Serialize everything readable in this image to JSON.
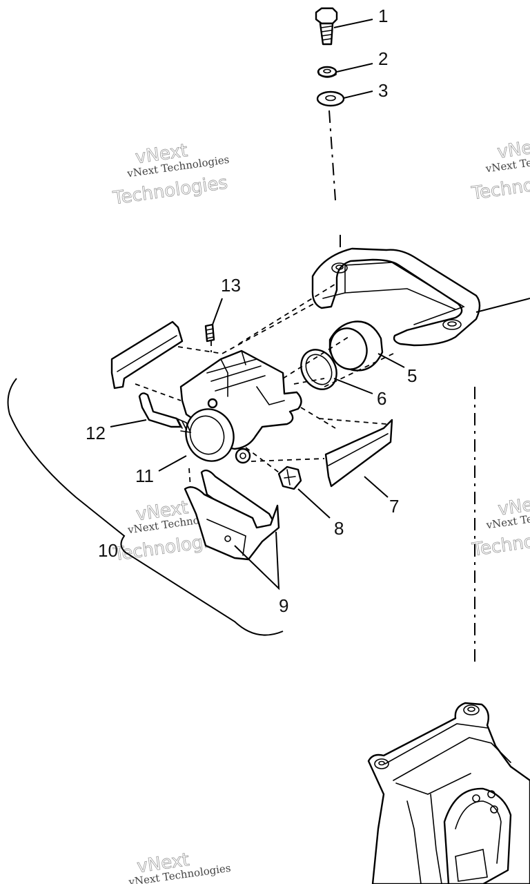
{
  "diagram": {
    "callouts": [
      "1",
      "2",
      "3",
      "5",
      "6",
      "7",
      "8",
      "9",
      "10",
      "11",
      "12",
      "13"
    ],
    "watermark": {
      "line1": "vNext Technologies",
      "line2a": "vNext",
      "line2b": "Technologies"
    }
  }
}
